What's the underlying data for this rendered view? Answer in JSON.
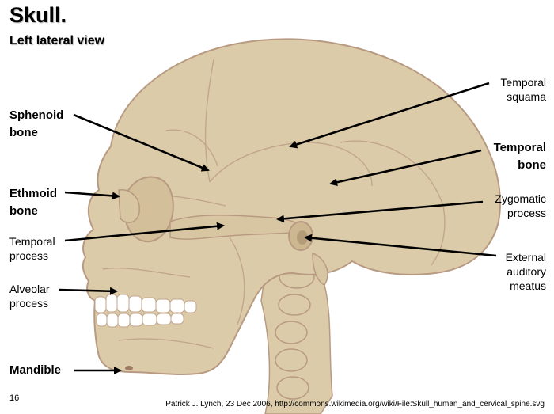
{
  "title": "Skull.",
  "subtitle": "Left lateral view",
  "labels": {
    "sphenoid": "Sphenoid\nbone",
    "ethmoid": "Ethmoid\nbone",
    "temporal_process": "Temporal\nprocess",
    "alveolar": "Alveolar\nprocess",
    "mandible": "Mandible",
    "temporal_squama": "Temporal\nsquama",
    "temporal_bone": "Temporal\nbone",
    "zygomatic": "Zygomatic\nprocess",
    "external_meatus": "External\nauditory\nmeatus"
  },
  "page_number": "16",
  "credit": "Patrick J. Lynch, 23 Dec 2006, http://commons.wikimedia.org/wiki/File:Skull_human_and_cervical_spine.svg",
  "colors": {
    "bone": "#dccba9",
    "outline": "#b89a82",
    "teeth": "#ffffff",
    "arrow": "#000000"
  }
}
